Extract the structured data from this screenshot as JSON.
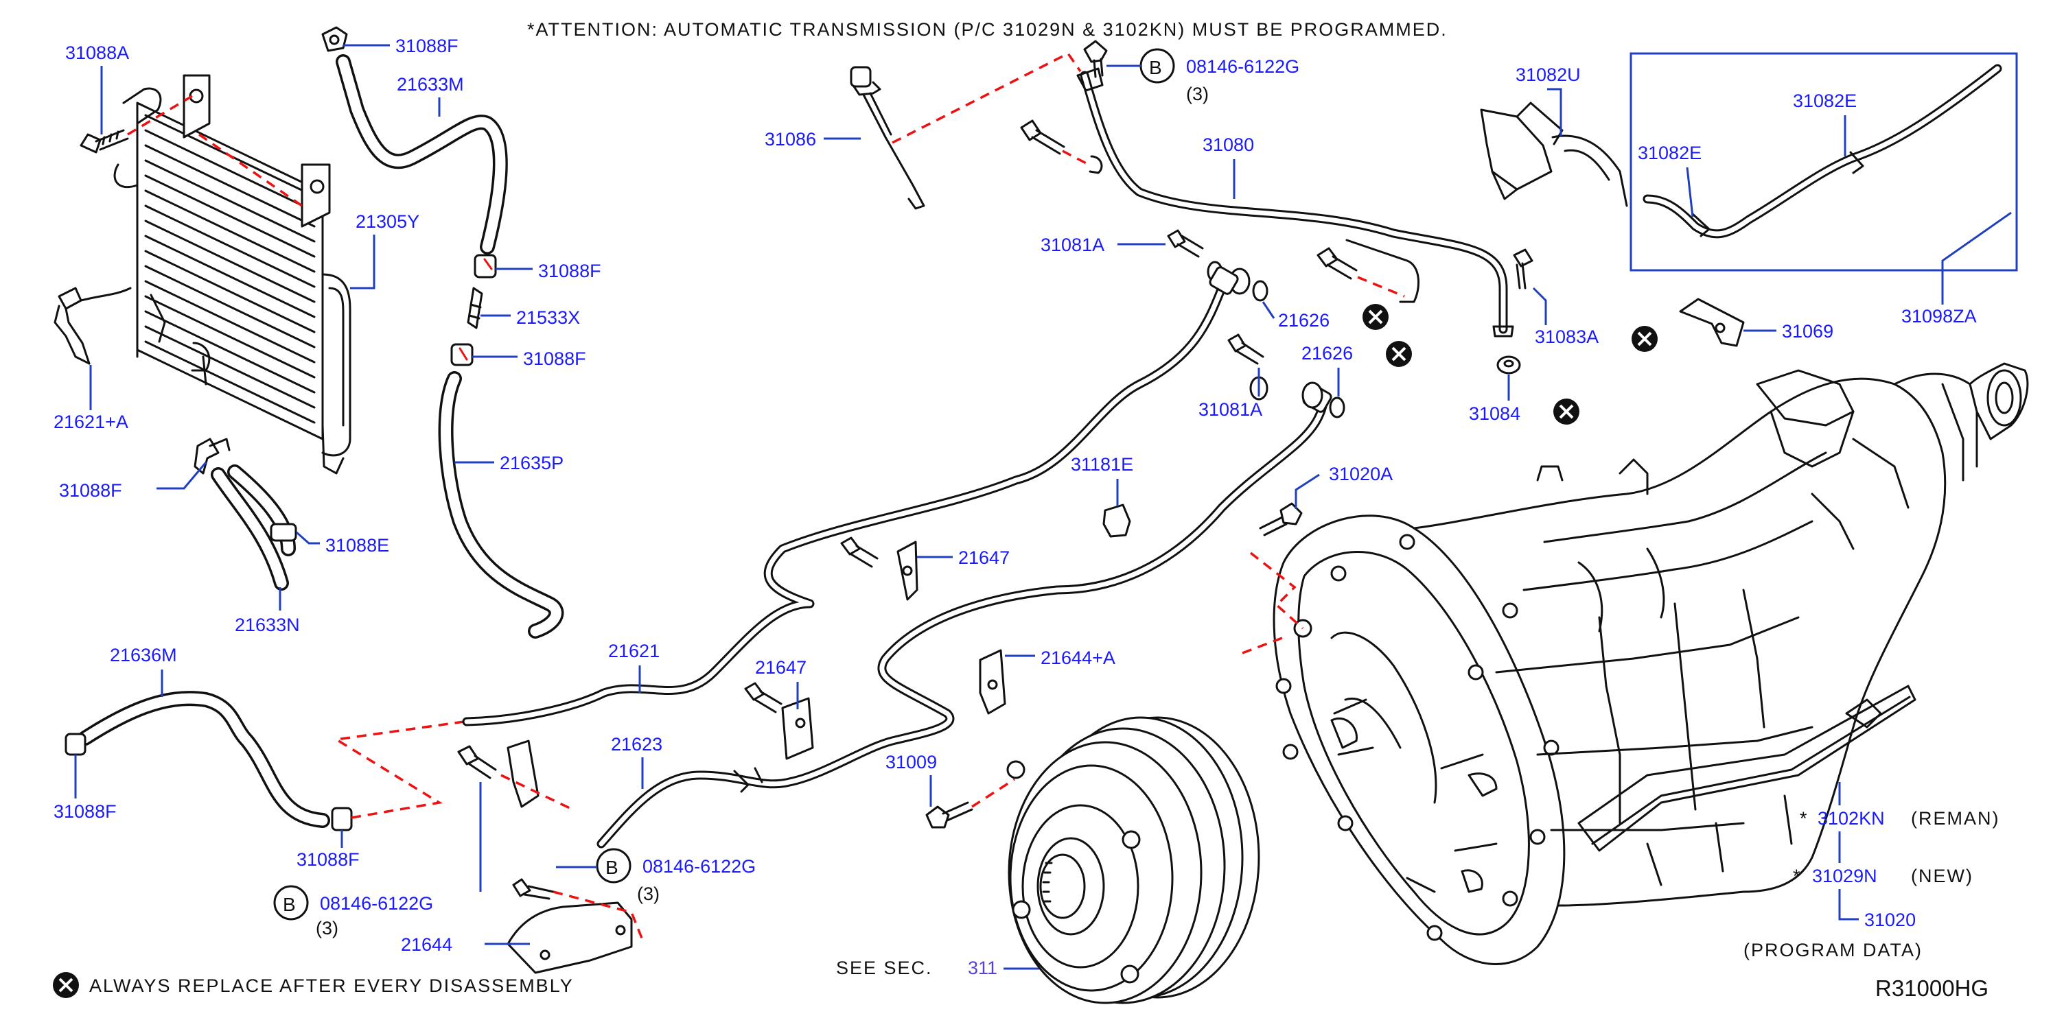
{
  "attention": "*ATTENTION:  AUTOMATIC  TRANSMISSION  (P/C  31029N  &  3102KN)  MUST  BE  PROGRAMMED.",
  "footer_note": "ALWAYS  REPLACE  AFTER  EVERY  DISASSEMBLY",
  "see_sec_prefix": "SEE   SEC.",
  "see_sec_number": "311",
  "diagram_ref": "R31000HG",
  "bolt_b_mark": "B",
  "labels": {
    "l31088A": "31088A",
    "l31088F_top": "31088F",
    "l21633M": "21633M",
    "l21305Y": "21305Y",
    "l31088F_a": "31088F",
    "l21533X": "21533X",
    "l31088F_b": "31088F",
    "l21621A": "21621+A",
    "l31088F_c": "31088F",
    "l31088E": "31088E",
    "l21633N": "21633N",
    "l21635P": "21635P",
    "l21636M": "21636M",
    "l31088F_d": "31088F",
    "l31088F_e": "31088F",
    "l08146_left": "08146-6122G",
    "l08146_left_qty": "(3)",
    "l31086": "31086",
    "l08146_top": "08146-6122G",
    "l08146_top_qty": "(3)",
    "l31080": "31080",
    "l31082U": "31082U",
    "l31082E_a": "31082E",
    "l31082E_b": "31082E",
    "l31098ZA": "31098ZA",
    "l31069": "31069",
    "l31081A_a": "31081A",
    "l21626_a": "21626",
    "l31083A": "31083A",
    "l31081A_b": "31081A",
    "l21626_b": "21626",
    "l31084": "31084",
    "l31181E": "31181E",
    "l31020A": "31020A",
    "l21647_a": "21647",
    "l21621": "21621",
    "l21647_b": "21647",
    "l21644A": "21644+A",
    "l21623": "21623",
    "l31009": "31009",
    "l08146_mid": "08146-6122G",
    "l08146_mid_qty": "(3)",
    "l21644": "21644",
    "l3102KN": "3102KN",
    "l3102KN_star": "*",
    "l3102KN_note": "(REMAN)",
    "l31029N": "31029N",
    "l31029N_star": "*",
    "l31029N_note": "(NEW)",
    "l31020": "31020",
    "l31020_note": "(PROGRAM   DATA)"
  },
  "colors": {
    "part_number": "#1a1aff",
    "leader": "#1f3fbf",
    "dashed_callout": "#e11111",
    "text": "#111111"
  },
  "icons": [
    "replace-x-icon",
    "bolt-b-circle-icon"
  ]
}
